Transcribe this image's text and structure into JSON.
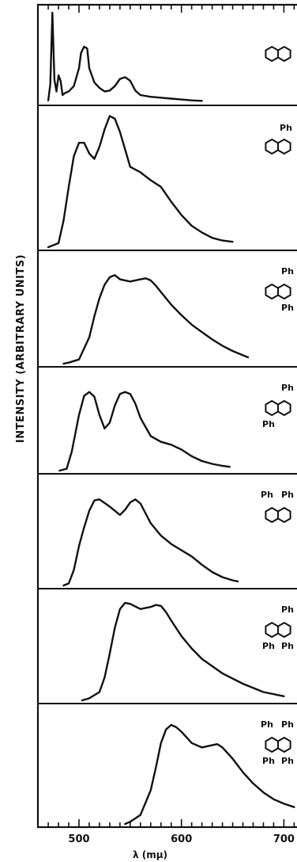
{
  "chart_data": {
    "type": "line",
    "xlabel": "λ (mμ)",
    "ylabel": "INTENSITY (ARBITRARY UNITS)",
    "xlim": [
      470,
      710
    ],
    "x_ticks": [
      500,
      600,
      700
    ],
    "x_tick_labels": [
      "500",
      "600",
      "700"
    ],
    "grid": false,
    "legend": "none",
    "panels": [
      {
        "ph_labels": [],
        "x": [
          470,
          472,
          474,
          476,
          478,
          480,
          482,
          484,
          486,
          490,
          495,
          500,
          502,
          505,
          508,
          510,
          515,
          520,
          525,
          530,
          535,
          540,
          545,
          550,
          555,
          560,
          570,
          580,
          590,
          600,
          610,
          620
        ],
        "y": [
          0.02,
          0.2,
          1.0,
          0.25,
          0.12,
          0.3,
          0.24,
          0.08,
          0.1,
          0.12,
          0.18,
          0.38,
          0.55,
          0.62,
          0.6,
          0.38,
          0.22,
          0.16,
          0.12,
          0.13,
          0.18,
          0.26,
          0.28,
          0.24,
          0.13,
          0.08,
          0.06,
          0.05,
          0.04,
          0.03,
          0.02,
          0.015
        ]
      },
      {
        "ph_labels": [
          "Ph"
        ],
        "x": [
          470,
          480,
          485,
          490,
          495,
          500,
          505,
          510,
          515,
          520,
          525,
          530,
          535,
          540,
          545,
          550,
          560,
          570,
          580,
          590,
          600,
          610,
          620,
          630,
          640,
          650
        ],
        "y": [
          0.0,
          0.03,
          0.2,
          0.45,
          0.68,
          0.78,
          0.78,
          0.7,
          0.66,
          0.75,
          0.88,
          0.98,
          0.96,
          0.86,
          0.73,
          0.6,
          0.56,
          0.5,
          0.45,
          0.34,
          0.24,
          0.16,
          0.11,
          0.07,
          0.05,
          0.04
        ]
      },
      {
        "ph_labels": [
          "Ph",
          "Ph"
        ],
        "x": [
          485,
          490,
          500,
          510,
          515,
          520,
          525,
          530,
          535,
          540,
          550,
          560,
          565,
          570,
          575,
          580,
          590,
          600,
          610,
          620,
          630,
          640,
          650,
          660,
          665
        ],
        "y": [
          0.0,
          0.01,
          0.04,
          0.25,
          0.45,
          0.62,
          0.75,
          0.82,
          0.84,
          0.8,
          0.78,
          0.8,
          0.81,
          0.79,
          0.74,
          0.68,
          0.56,
          0.46,
          0.37,
          0.3,
          0.23,
          0.17,
          0.12,
          0.08,
          0.06
        ]
      },
      {
        "ph_labels": [
          "Ph",
          "Ph"
        ],
        "x": [
          481,
          488,
          493,
          500,
          505,
          510,
          515,
          520,
          525,
          530,
          535,
          540,
          545,
          550,
          555,
          560,
          570,
          580,
          590,
          600,
          610,
          620,
          630,
          640,
          647
        ],
        "y": [
          0.0,
          0.02,
          0.2,
          0.58,
          0.78,
          0.82,
          0.77,
          0.58,
          0.44,
          0.5,
          0.68,
          0.8,
          0.82,
          0.8,
          0.7,
          0.55,
          0.36,
          0.3,
          0.27,
          0.22,
          0.15,
          0.1,
          0.07,
          0.05,
          0.04
        ]
      },
      {
        "ph_labels": [
          "Ph",
          "Ph"
        ],
        "x": [
          485,
          490,
          495,
          500,
          505,
          510,
          515,
          520,
          530,
          540,
          545,
          550,
          555,
          560,
          570,
          580,
          590,
          600,
          610,
          620,
          630,
          640,
          650,
          655
        ],
        "y": [
          0.0,
          0.02,
          0.15,
          0.38,
          0.56,
          0.72,
          0.82,
          0.83,
          0.76,
          0.68,
          0.73,
          0.8,
          0.83,
          0.79,
          0.6,
          0.48,
          0.4,
          0.34,
          0.28,
          0.2,
          0.13,
          0.08,
          0.05,
          0.04
        ]
      },
      {
        "ph_labels": [
          "Ph",
          "Ph",
          "Ph"
        ],
        "x": [
          503,
          510,
          520,
          525,
          530,
          535,
          540,
          545,
          550,
          560,
          570,
          575,
          580,
          585,
          590,
          600,
          610,
          620,
          640,
          660,
          680,
          700
        ],
        "y": [
          0.0,
          0.02,
          0.08,
          0.22,
          0.45,
          0.7,
          0.88,
          0.94,
          0.93,
          0.88,
          0.9,
          0.92,
          0.91,
          0.85,
          0.77,
          0.62,
          0.5,
          0.4,
          0.26,
          0.16,
          0.08,
          0.04
        ]
      },
      {
        "ph_labels": [
          "Ph",
          "Ph",
          "Ph",
          "Ph"
        ],
        "x": [
          545,
          550,
          560,
          570,
          575,
          580,
          585,
          590,
          595,
          600,
          610,
          620,
          630,
          635,
          640,
          650,
          660,
          670,
          680,
          690,
          700,
          710
        ],
        "y": [
          0.0,
          0.02,
          0.08,
          0.3,
          0.5,
          0.72,
          0.84,
          0.88,
          0.86,
          0.82,
          0.72,
          0.68,
          0.7,
          0.71,
          0.68,
          0.58,
          0.46,
          0.36,
          0.28,
          0.22,
          0.18,
          0.15
        ]
      }
    ]
  }
}
